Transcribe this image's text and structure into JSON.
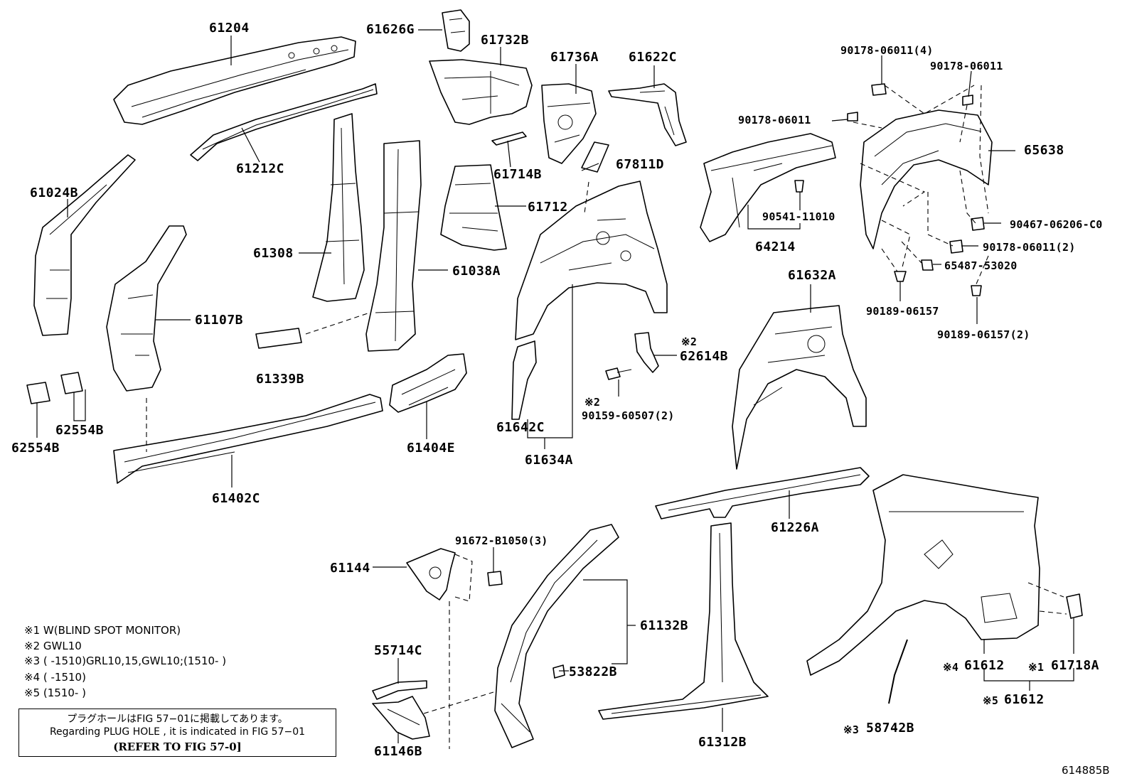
{
  "labels": {
    "p61204": "61204",
    "p61626G": "61626G",
    "p61732B": "61732B",
    "p61736A": "61736A",
    "p61622C": "61622C",
    "p90178_06011_4": "90178-06011(4)",
    "p90178_06011_a": "90178-06011",
    "p90178_06011_b": "90178-06011",
    "p65638": "65638",
    "p61212C": "61212C",
    "p61714B": "61714B",
    "p67811D": "67811D",
    "p61024B": "61024B",
    "p61712": "61712",
    "p90541_11010": "90541-11010",
    "p90467_06206_C0": "90467-06206-C0",
    "p64214": "64214",
    "p90178_06011_2": "90178-06011(2)",
    "p61308": "61308",
    "p61038A": "61038A",
    "p65487_53020": "65487-53020",
    "p61632A": "61632A",
    "p90189_06157": "90189-06157",
    "p61107B": "61107B",
    "p90189_06157_2": "90189-06157(2)",
    "p62614B": "62614B",
    "p61339B": "61339B",
    "p90159_60507_2": "90159-60507(2)",
    "p62554B_a": "62554B",
    "p62554B_b": "62554B",
    "p61642C": "61642C",
    "p61404E": "61404E",
    "p61634A": "61634A",
    "p61402C": "61402C",
    "p61226A": "61226A",
    "p91672_B1050_3": "91672-B1050(3)",
    "p61144": "61144",
    "p61132B": "61132B",
    "p55714C": "55714C",
    "p53822B": "53822B",
    "p61612_a": "61612",
    "p61718A": "61718A",
    "p61612_b": "61612",
    "p61146B": "61146B",
    "p61312B": "61312B",
    "p58742B": "58742B"
  },
  "marks": {
    "m2_a": "※2",
    "m2_b": "※2",
    "m4": "※4",
    "m1": "※1",
    "m5": "※5",
    "m3": "※3"
  },
  "notes": [
    "※1 W(BLIND SPOT MONITOR)",
    "※2 GWL10",
    "※3 (      -1510)GRL10,15,GWL10;(1510-       )",
    "※4 (      -1510)",
    "※5 (1510-       )"
  ],
  "plug_box": {
    "line1": "プラグホールはFIG 57−01に掲載してあります。",
    "line2": "Regarding  PLUG  HOLE , it is indicated in FIG  57−01",
    "line3": "(REFER TO FIG 57-0]"
  },
  "figure_code": "614885B"
}
